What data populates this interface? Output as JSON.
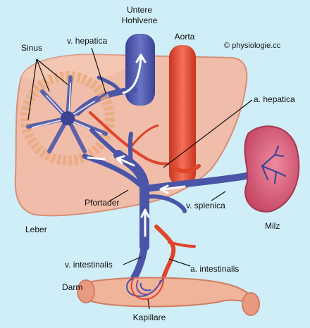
{
  "copyright": "© physiologie.cc",
  "labels": {
    "vena_cava": [
      "Untere",
      "Hohlvene"
    ],
    "aorta": "Aorta",
    "sinus": "Sinus",
    "v_hepatica": "v. hepatica",
    "a_hepatica": "a. hepatica",
    "pfortader": "Pfortader",
    "v_splenica": "v. splenica",
    "leber": "Leber",
    "milz": "Milz",
    "v_intestinalis": "v. intestinalis",
    "a_intestinalis": "a. intestinalis",
    "darm": "Darm",
    "kapillare": "Kapillare"
  },
  "colors": {
    "background": "#cfeef7",
    "liver": "#f2b9a4",
    "liver_edge": "#d9876e",
    "vein": "#4b55a8",
    "vein_dark": "#2e3580",
    "artery": "#e0452a",
    "spleen": "#d9607a",
    "intestine": "#f0b49a"
  }
}
